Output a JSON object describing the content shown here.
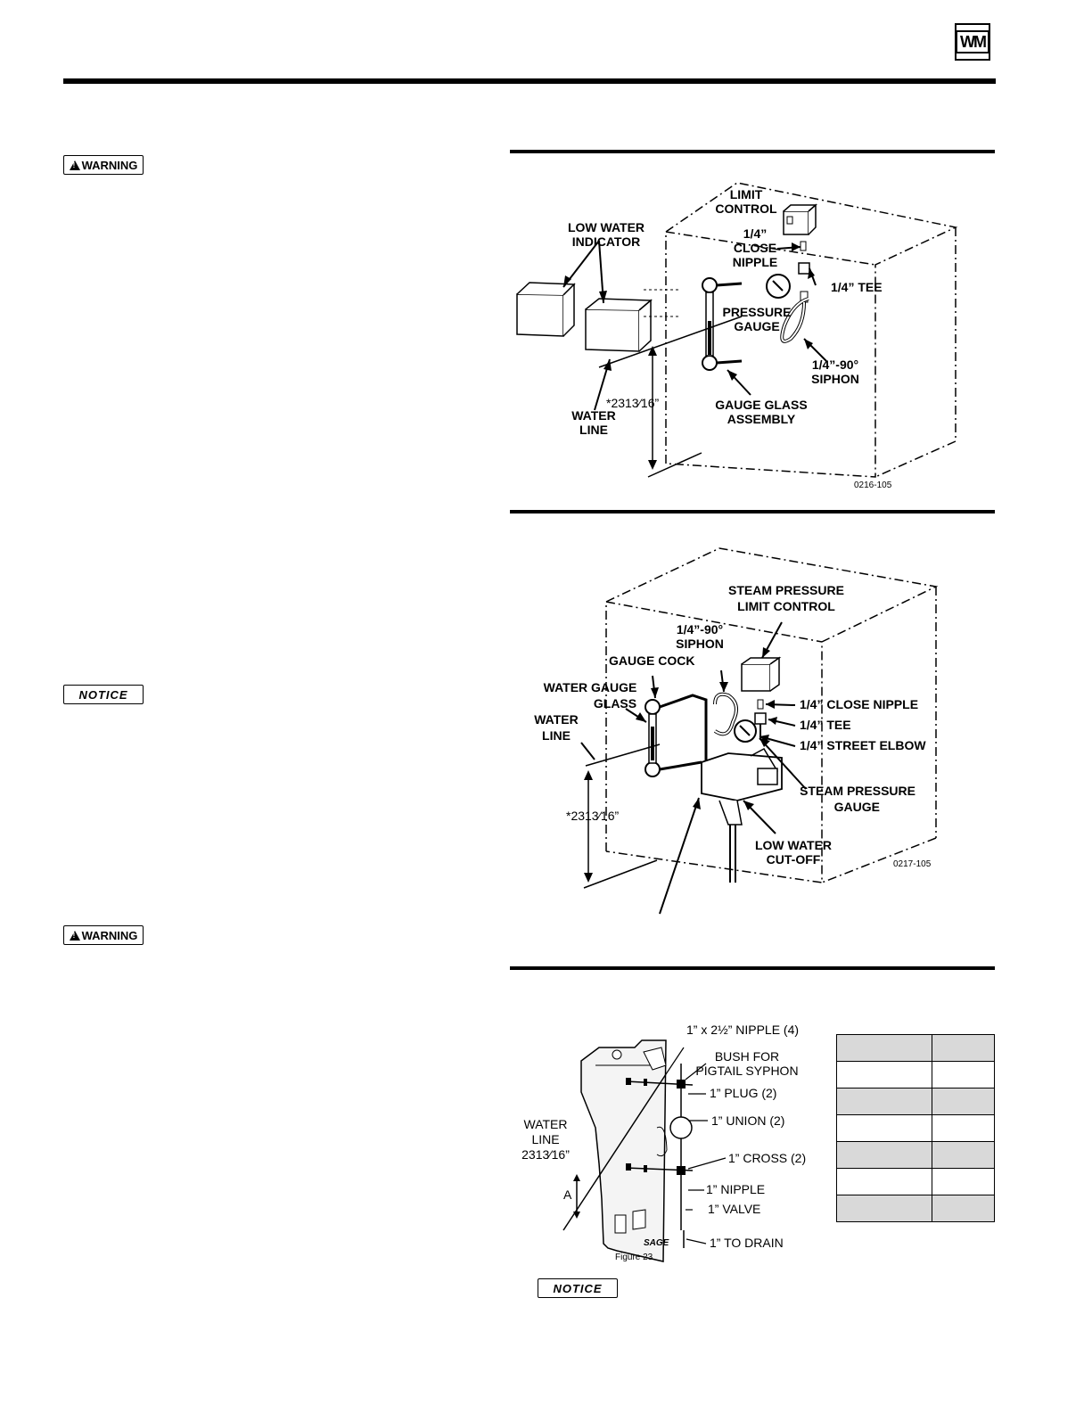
{
  "header": {
    "logo_text": "WM"
  },
  "badges": {
    "warning_label": "WARNING",
    "notice_label": "NOTICE"
  },
  "figure1": {
    "limit_control": [
      "LIMIT",
      "CONTROL"
    ],
    "low_water_indicator": [
      "LOW WATER",
      "INDICATOR"
    ],
    "close_nipple": [
      "1/4”",
      "CLOSE",
      "NIPPLE"
    ],
    "tee": "1/4” TEE",
    "pressure_gauge": [
      "PRESSURE",
      "GAUGE"
    ],
    "siphon": [
      "1/4”-90°",
      "SIPHON"
    ],
    "water_line": [
      "WATER",
      "LINE"
    ],
    "dimension": "*2313⁄16”",
    "gauge_glass": [
      "GAUGE GLASS",
      "ASSEMBLY"
    ],
    "code": "0216-105"
  },
  "figure2": {
    "steam_limit": [
      "STEAM PRESSURE",
      "LIMIT CONTROL"
    ],
    "siphon": [
      "1/4”-90°",
      "SIPHON"
    ],
    "gauge_cock": "GAUGE COCK",
    "water_gauge_glass": [
      "WATER GAUGE",
      "GLASS"
    ],
    "water_line": [
      "WATER",
      "LINE"
    ],
    "close_nipple": "1/4” CLOSE NIPPLE",
    "tee": "1/4” TEE",
    "street_elbow": "1/4” STREET ELBOW",
    "steam_gauge": [
      "STEAM PRESSURE",
      "GAUGE"
    ],
    "low_water_cutoff": [
      "LOW WATER",
      "CUT-OFF"
    ],
    "dimension": "*2313⁄16”",
    "code": "0217-105"
  },
  "figure3": {
    "nipple4": "1” x 2½” NIPPLE (4)",
    "bush": [
      "BUSH FOR",
      "PIGTAIL SYPHON"
    ],
    "plug": "1” PLUG (2)",
    "union": "1” UNION (2)",
    "cross": "1” CROSS (2)",
    "nipple": "1” NIPPLE",
    "valve": "1” VALVE",
    "drain": "1” TO DRAIN",
    "water_line": [
      "WATER",
      "LINE",
      "2313⁄16”"
    ],
    "dim_a": "A",
    "caption": "Figure 23",
    "brand": "SAGE"
  }
}
